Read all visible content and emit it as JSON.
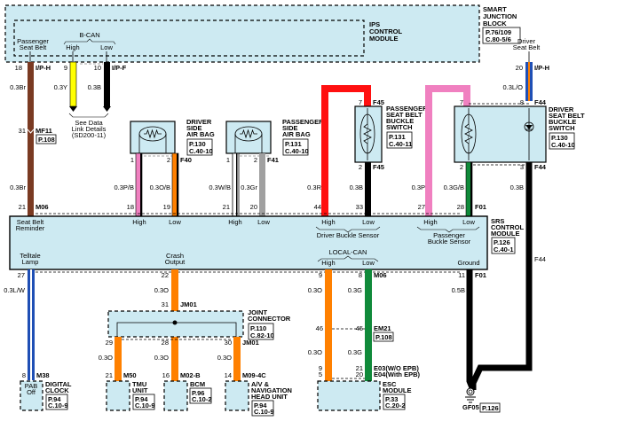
{
  "colors": {
    "module_fill": "#cdeaf2",
    "brown": "#7a3a22",
    "yellow": "#ffff00",
    "black": "#000000",
    "blue": "#1f4fb5",
    "orange": "#ff8000",
    "pink": "#f080c0",
    "gray": "#a0a0a0",
    "red": "#ff1010",
    "green": "#108a3a",
    "white": "#ffffff"
  },
  "smart_junction_block": {
    "name_lines": [
      "SMART",
      "JUNCTION",
      "BLOCK"
    ],
    "ref_lines": [
      "P.76/109",
      "C.80-5/6"
    ]
  },
  "ips_module": {
    "name_lines": [
      "IPS",
      "CONTROL",
      "MODULE"
    ],
    "pins": {
      "passenger_seat_belt": [
        "Passenger",
        "Seat Belt"
      ],
      "driver_seat_belt": [
        "Driver",
        "Seat Belt"
      ],
      "bcan": "B-CAN",
      "high": "High",
      "low": "Low"
    }
  },
  "top_wires": {
    "pass_pin": "18",
    "pass_conn": "I/P-H",
    "pass_wire": "0.3Br",
    "bcan_high_pin": "9",
    "bcan_high_wire": "0.3Y",
    "bcan_low_pin": "10",
    "bcan_low_conn": "I/P-F",
    "bcan_low_wire": "0.3B",
    "see_data_lines": [
      "See Data",
      "Link Details",
      "(SD200-11)"
    ],
    "driver_pin": "20",
    "driver_conn": "I/P-H",
    "driver_wire": "0.3L/O"
  },
  "mf11": {
    "pin": "31",
    "conn": "MF11",
    "ref": "P.108"
  },
  "driver_airbag": {
    "name_lines": [
      "DRIVER",
      "SIDE",
      "AIR BAG"
    ],
    "ref_lines": [
      "P.130",
      "C.40-10"
    ],
    "pin1": "1",
    "pin2": "2",
    "conn": "F40",
    "wire1": "0.3P/B",
    "wire2": "0.3O/B"
  },
  "passenger_airbag": {
    "name_lines": [
      "PASSENGER",
      "SIDE",
      "AIR BAG"
    ],
    "ref_lines": [
      "P.131",
      "C.40-10"
    ],
    "pin1": "1",
    "pin2": "2",
    "conn": "F41",
    "wire1": "0.3W/B",
    "wire2": "0.3Gr"
  },
  "passenger_buckle": {
    "name_lines": [
      "PASSENGER",
      "SEAT BELT",
      "BUCKLE",
      "SWITCH"
    ],
    "ref_lines": [
      "P.131",
      "C.40-11"
    ],
    "pin_top": "7",
    "pin_bottom": "2",
    "conn": "F45",
    "wire_red": "0.3R",
    "wire_black": "0.3B"
  },
  "driver_buckle": {
    "name_lines": [
      "DRIVER",
      "SEAT BELT",
      "BUCKLE",
      "SWITCH"
    ],
    "ref_lines": [
      "P.130",
      "C.40-10"
    ],
    "pin7": "7",
    "pin8": "8",
    "pin2": "2",
    "pin3": "3",
    "conn": "F44",
    "wire_pink": "0.3P",
    "wire_green": "0.3G/B",
    "wire_black": "0.3B"
  },
  "srs_module": {
    "name_lines": [
      "SRS",
      "CONTROL",
      "MODULE"
    ],
    "ref_lines": [
      "P.126",
      "C.40-1"
    ],
    "top_pins": {
      "m06": "21",
      "m06_conn": "M06",
      "p18": "18",
      "p19": "19",
      "p21": "21",
      "p20": "20",
      "p44": "44",
      "p33": "33",
      "p27": "27",
      "p28": "28",
      "f01": "F01"
    },
    "labels": {
      "seat_belt_reminder": [
        "Seat Belt",
        "Reminder"
      ],
      "high": "High",
      "low": "Low",
      "driver_buckle_sensor": "Driver Buckle Sensor",
      "passenger_buckle_sensor": [
        "Passenger",
        "Buckle Sensor"
      ],
      "telltale_lamp": [
        "Telltale",
        "Lamp"
      ],
      "crash_output": [
        "Crash",
        "Output"
      ],
      "local_can": "LOCAL-CAN",
      "ground": "Ground"
    },
    "bottom_pins": {
      "p27": "27",
      "p22": "22",
      "p9": "9",
      "p8": "8",
      "m06": "M06",
      "p11": "11",
      "f01": "F01"
    }
  },
  "bottom_wires": {
    "telltale": "0.3L/W",
    "crash": "0.3O",
    "can_high": "0.3O",
    "can_low": "0.3G",
    "ground": "0.5B"
  },
  "joint_connector": {
    "name_lines": [
      "JOINT",
      "CONNECTOR"
    ],
    "ref_lines": [
      "P.110",
      "C.82-10"
    ],
    "pin_in": "31",
    "conn": "JM01",
    "pin_a": "29",
    "pin_b": "28",
    "pin_c": "30",
    "conn_c": "JM01",
    "wire": "0.3O"
  },
  "em21": {
    "pin_high": "46",
    "pin_low": "45",
    "conn": "EM21",
    "ref": "P.108",
    "wire_high": "0.3O",
    "wire_low": "0.3G"
  },
  "digital_clock": {
    "pin": "8",
    "conn": "M38",
    "inner_lines": [
      "PAB",
      "Off"
    ],
    "name_lines": [
      "DIGITAL",
      "CLOCK"
    ],
    "ref_lines": [
      "P.94",
      "C.10-9"
    ]
  },
  "tmu_unit": {
    "pin": "21",
    "conn": "M50",
    "name_lines": [
      "TMU",
      "UNIT"
    ],
    "ref_lines": [
      "P.94",
      "C.10-9"
    ]
  },
  "bcm": {
    "pin": "16",
    "conn": "M02-B",
    "name_lines": [
      "BCM"
    ],
    "ref_lines": [
      "P.96",
      "C.10-2"
    ]
  },
  "av_head_unit": {
    "pin": "14",
    "conn": "M09-4C",
    "name_lines": [
      "A/V &",
      "NAVIGATION",
      "HEAD UNIT"
    ],
    "ref_lines": [
      "P.94",
      "C.10-9"
    ]
  },
  "esc_module": {
    "pin_high_a": "9",
    "pin_high_b": "5",
    "pin_low_a": "21",
    "pin_low_b": "20",
    "conn_a": "E03(W/O EPB)",
    "conn_b": "E04(With EPB)",
    "name_lines": [
      "ESC",
      "MODULE"
    ],
    "ref_lines": [
      "P.33",
      "C.20-2"
    ]
  },
  "ground_point": {
    "name": "GF05",
    "ref": "P.126"
  }
}
